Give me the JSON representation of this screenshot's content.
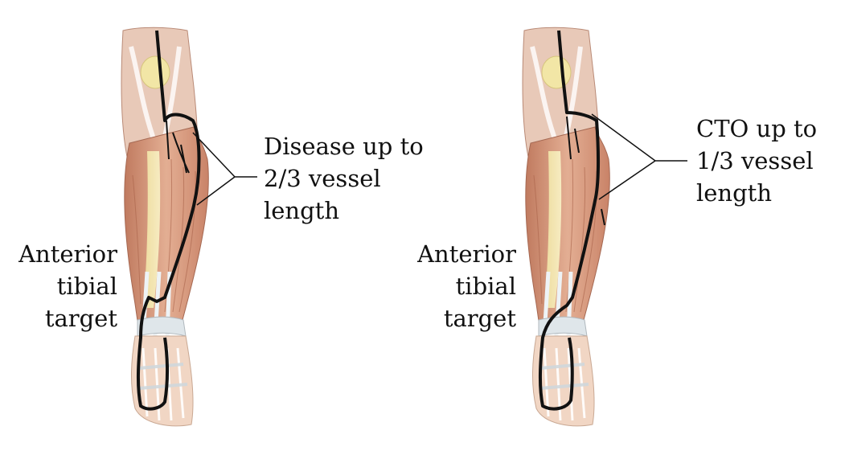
{
  "left_panel": {
    "target_label": [
      "Anterior",
      "tibial",
      "target"
    ],
    "callout_label": [
      "Disease up to",
      "2/3 vessel",
      "length"
    ]
  },
  "right_panel": {
    "target_label": [
      "Anterior",
      "tibial",
      "target"
    ],
    "callout_label": [
      "CTO up to",
      "1/3 vessel",
      "length"
    ]
  },
  "colors": {
    "muscle": "#d9a086",
    "muscle_dark": "#b86e55",
    "tendon": "#e8eef2",
    "bone": "#f0e3a0",
    "skin": "#f1d6c4",
    "vessel": "#111111"
  }
}
